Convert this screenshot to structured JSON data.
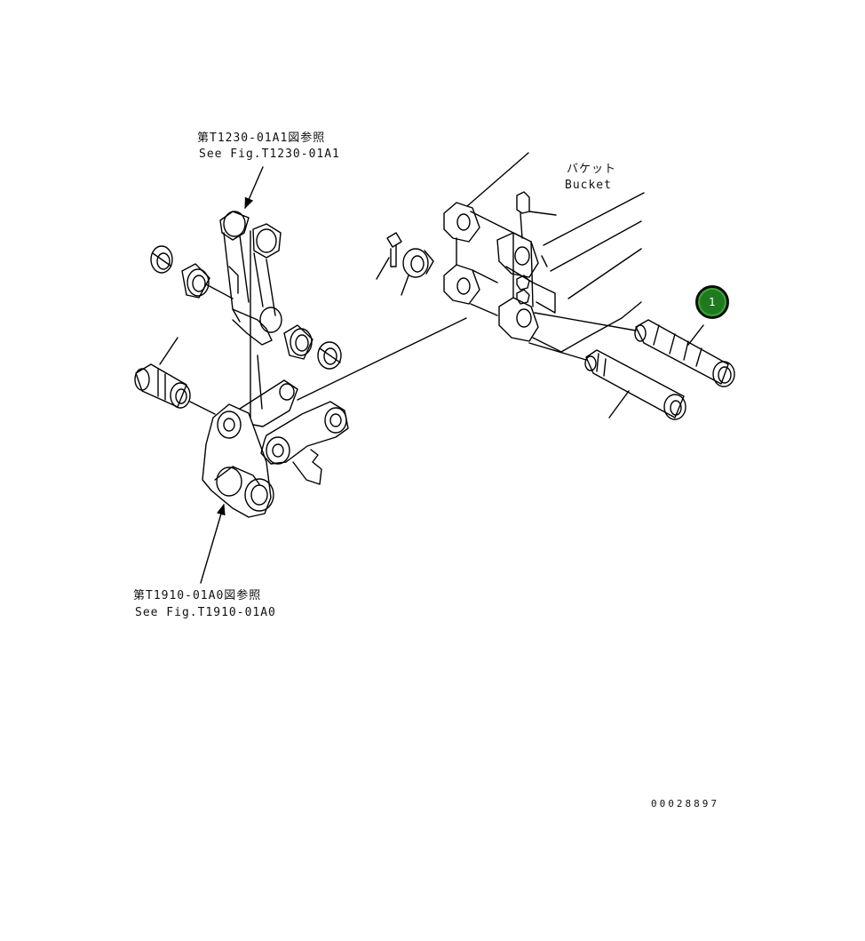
{
  "labels": {
    "ref_top_jp": "第T1230-01A1図参照",
    "ref_top_en": "See Fig.T1230-01A1",
    "bucket_jp": "バケット",
    "bucket_en": "Bucket",
    "ref_bottom_jp": "第T1910-01A0図参照",
    "ref_bottom_en": "See Fig.T1910-01A0",
    "drawing_number": "00028897"
  },
  "callouts": [
    {
      "number": "1",
      "color": "#1f7a1f"
    }
  ]
}
